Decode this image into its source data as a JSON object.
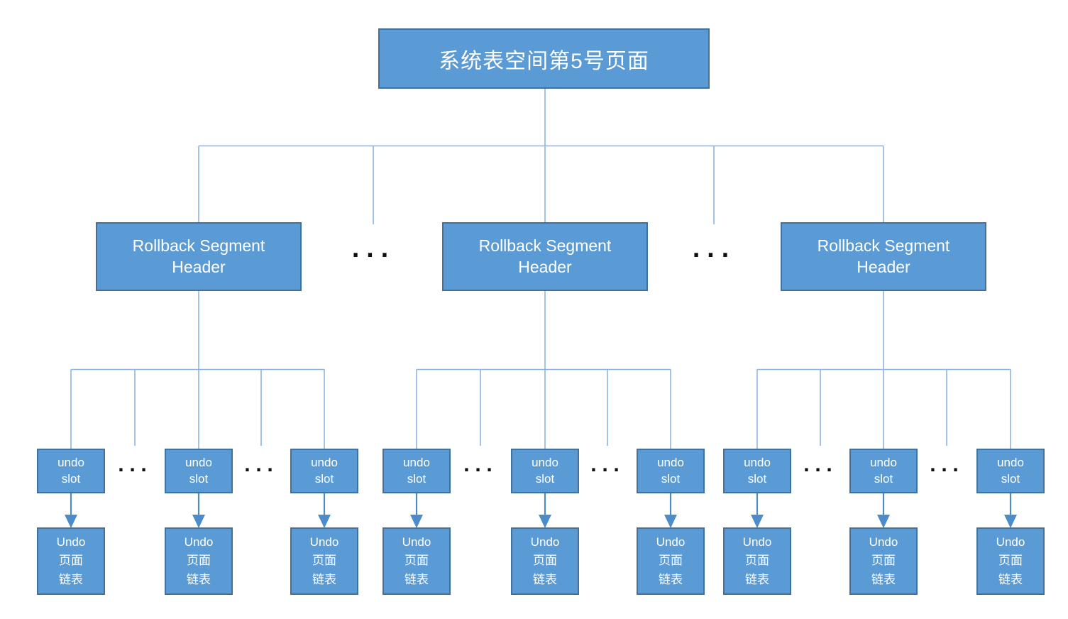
{
  "diagram": {
    "root": {
      "label": "系统表空间第5号页面"
    },
    "rollback_header": {
      "label": "Rollback Segment\nHeader"
    },
    "undo_slot": {
      "label": "undo\nslot"
    },
    "undo_page_list": {
      "label": "Undo\n页面\n链表"
    },
    "ellipsis": "...",
    "counts": {
      "rollback_headers": 3,
      "undo_slots_per_header": 3,
      "undo_page_lists": 9
    },
    "colors": {
      "node_fill": "#5B9BD5",
      "node_border": "#41719C",
      "connector_line": "#8EB4E3",
      "arrow": "#4E8CC9",
      "ellipsis_dots": "#111111",
      "text": "#FFFFFF",
      "background": "#FFFFFF"
    }
  }
}
